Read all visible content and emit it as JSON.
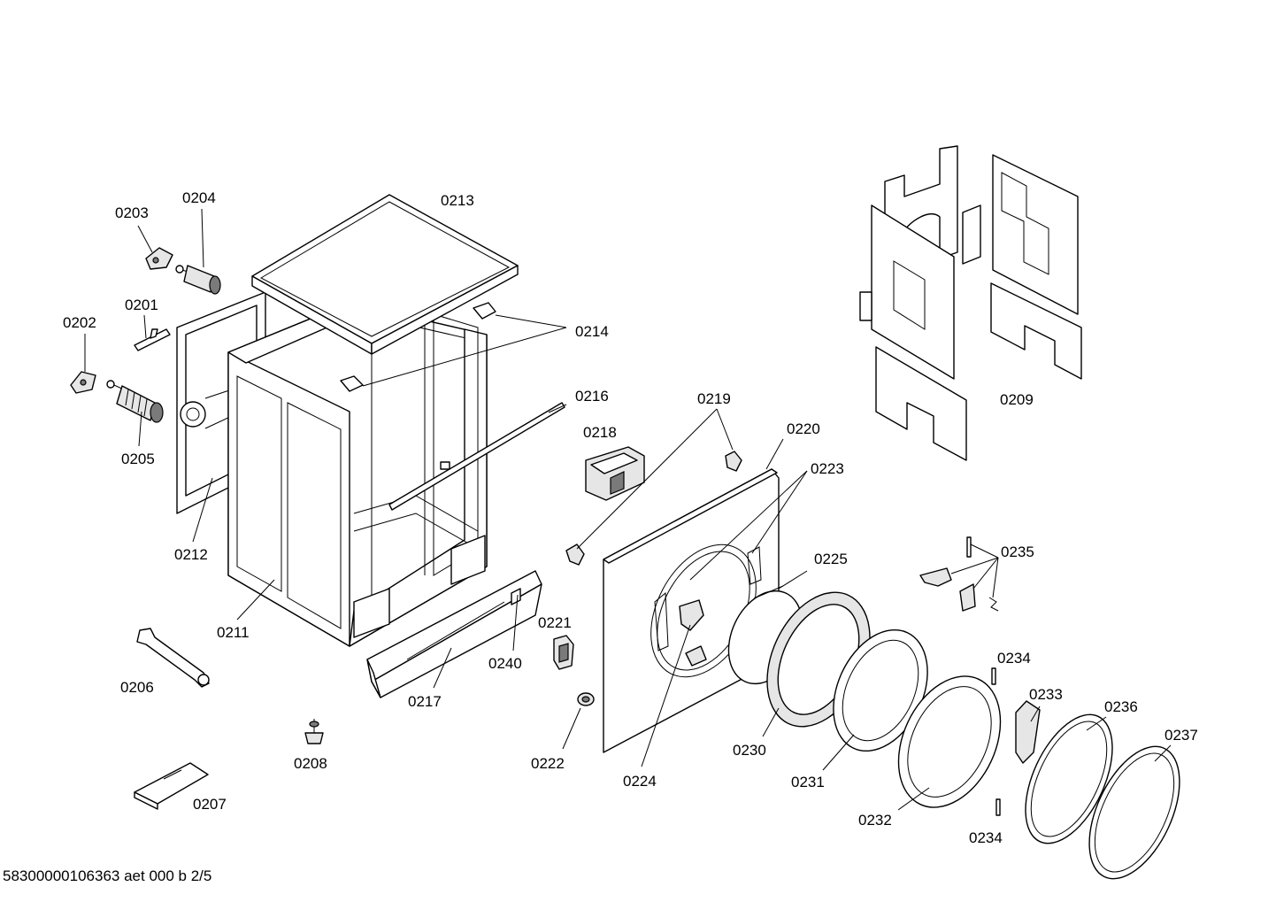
{
  "labels": {
    "l0201": "0201",
    "l0202": "0202",
    "l0203": "0203",
    "l0204": "0204",
    "l0205": "0205",
    "l0206": "0206",
    "l0207": "0207",
    "l0208": "0208",
    "l0209": "0209",
    "l0211": "0211",
    "l0212": "0212",
    "l0213": "0213",
    "l0214": "0214",
    "l0216": "0216",
    "l0217": "0217",
    "l0218": "0218",
    "l0219": "0219",
    "l0220": "0220",
    "l0221": "0221",
    "l0222": "0222",
    "l0223": "0223",
    "l0224": "0224",
    "l0225": "0225",
    "l0230": "0230",
    "l0231": "0231",
    "l0232": "0232",
    "l0233": "0233",
    "l0234a": "0234",
    "l0234b": "0234",
    "l0235": "0235",
    "l0236": "0236",
    "l0237": "0237",
    "l0240": "0240"
  },
  "footer": "58300000106363 aet 000 b 2/5"
}
